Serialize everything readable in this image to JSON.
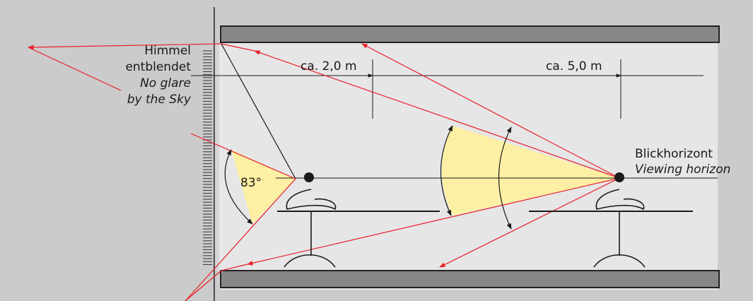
{
  "sky_label_de": "Himmel",
  "sky_label_de2": "entblendet",
  "sky_label_en": "No glare",
  "sky_label_en2": "by the Sky",
  "distance_near": "ca. 2,0 m",
  "distance_far": "ca. 5,0 m",
  "angle_label": "83°",
  "horizon_de": "Blickhorizont",
  "horizon_en": "Viewing horizon",
  "colors": {
    "background": "#cbcbcb",
    "room": "#e6e6e6",
    "slab": "#878787",
    "sightline": "#e8202a",
    "cone": "#fdf0a4",
    "ink": "#1a1a1a"
  }
}
